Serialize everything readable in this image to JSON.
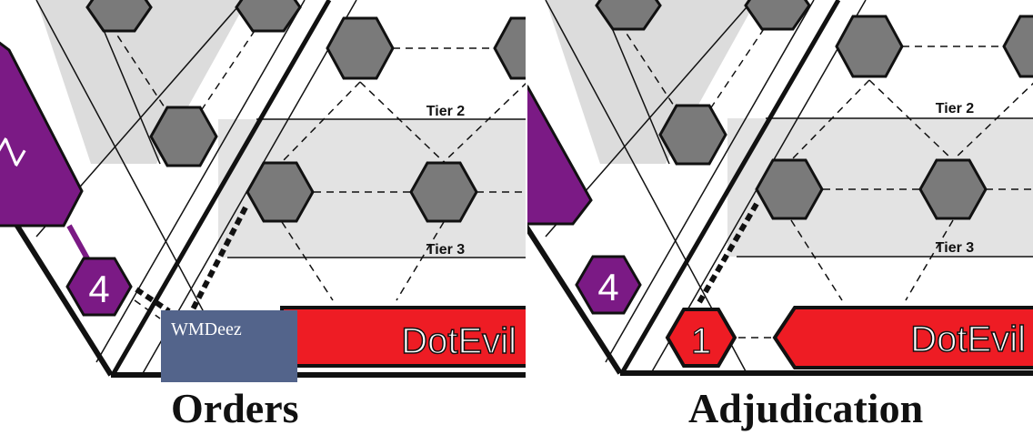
{
  "panels": [
    {
      "caption": "Orders",
      "tiers": [
        {
          "label": "Tier 2"
        },
        {
          "label": "Tier 3"
        }
      ],
      "purple_label": "Z",
      "purple_unit": "4",
      "red_banner": "DotEvil",
      "overlay": {
        "text": "WMDeez",
        "color": "#53648b"
      }
    },
    {
      "caption": "Adjudication",
      "tiers": [
        {
          "label": "Tier 2"
        },
        {
          "label": "Tier 3"
        }
      ],
      "purple_unit": "4",
      "red_unit": "1",
      "red_banner": "DotEvil"
    }
  ],
  "colors": {
    "purple": "#7b1a85",
    "red": "#ee1c24",
    "hex_fill": "#7a7a7a",
    "tier_band": "#e3e3e3",
    "diagonal_band": "#dcdcdc"
  }
}
